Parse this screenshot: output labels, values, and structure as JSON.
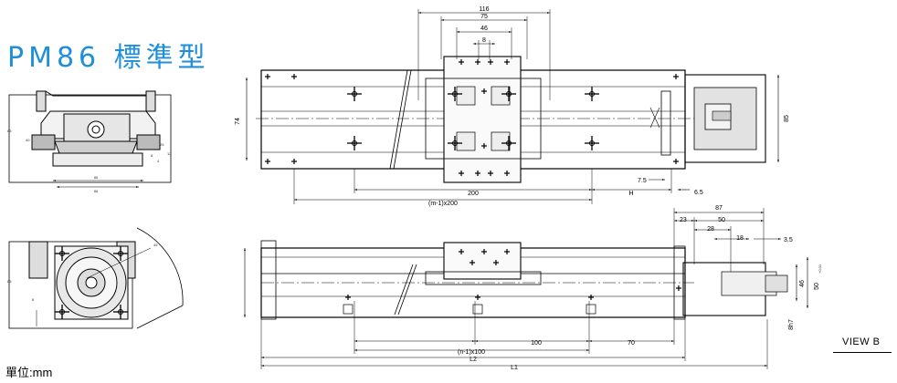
{
  "title": "PM86 標準型",
  "unit": "單位:mm",
  "view_label": "VIEW B",
  "top_view": {
    "dim_116": "116",
    "dim_75": "75",
    "dim_46": "46",
    "dim_8": "8",
    "dim_74": "74",
    "dim_85": "85",
    "dim_200": "200",
    "dim_m1x200": "(m-1)x200",
    "dim_H": "H",
    "dim_7_5": "7.5",
    "dim_6_5": "6.5"
  },
  "side_view": {
    "dim_87": "87",
    "dim_23": "23",
    "dim_50": "50",
    "dim_28": "28",
    "dim_18": "18",
    "dim_3_5": "3.5",
    "dim_46": "46",
    "dim_50tol": "50",
    "dim_50tol_sup": "+0.01",
    "dim_8h7": "8h7",
    "dim_100": "100",
    "dim_70": "70",
    "dim_n1x100": "(n-1)x100",
    "dim_L2": "L2",
    "dim_L1": "L1"
  },
  "end_view": {
    "dim_86": "86",
    "dim_88": "88",
    "dim_63": "63",
    "dim_40": "40",
    "dim_25": "25",
    "dim_12": "12",
    "dim_8": "8",
    "dim_4": "4"
  },
  "motor_view": {
    "dim_63": "63",
    "dim_8": "8",
    "dim_45": "45"
  }
}
